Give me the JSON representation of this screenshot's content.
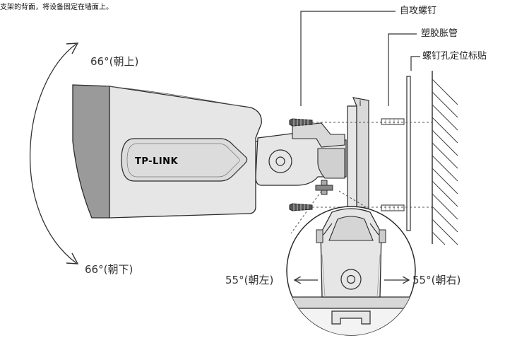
{
  "instruction_text": "支架的背面，将设备固定在墙面上。",
  "parts": {
    "screw": "自攻螺钉",
    "anchor": "塑胶胀管",
    "sticker": "螺钉孔定位标贴"
  },
  "tilt": {
    "up": "66°(朝上)",
    "down": "66°(朝下)"
  },
  "pan": {
    "left": "55°(朝左)",
    "right": "55°(朝右)"
  },
  "logo_text": "TP-LINK",
  "colors": {
    "body": "#e6e6e6",
    "visor_front": "#9a9a9a",
    "outline": "#2b2b2b",
    "panel": "#cfcfcf"
  }
}
